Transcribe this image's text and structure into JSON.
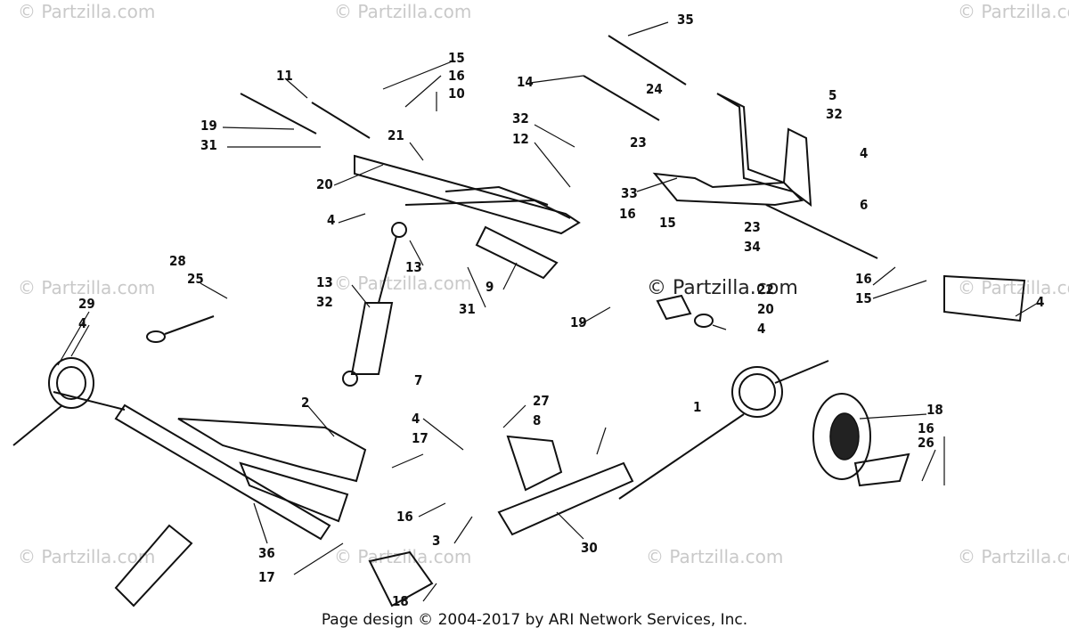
{
  "watermark": "© Partzilla.com",
  "watermark_center": "© Partzilla.com",
  "footer": "Page design © 2004-2017 by ARI Network Services, Inc.",
  "callouts": [
    "35",
    "15",
    "16",
    "10",
    "11",
    "14",
    "24",
    "5",
    "32",
    "19",
    "31",
    "21",
    "32",
    "12",
    "23",
    "4",
    "20",
    "33",
    "16",
    "15",
    "23",
    "34",
    "4",
    "6",
    "13",
    "9",
    "22",
    "20",
    "4",
    "16",
    "15",
    "4",
    "28",
    "25",
    "13",
    "32",
    "31",
    "19",
    "29",
    "4",
    "7",
    "1",
    "2",
    "4",
    "27",
    "8",
    "18",
    "16",
    "17",
    "26",
    "16",
    "3",
    "30",
    "36",
    "17",
    "18"
  ]
}
